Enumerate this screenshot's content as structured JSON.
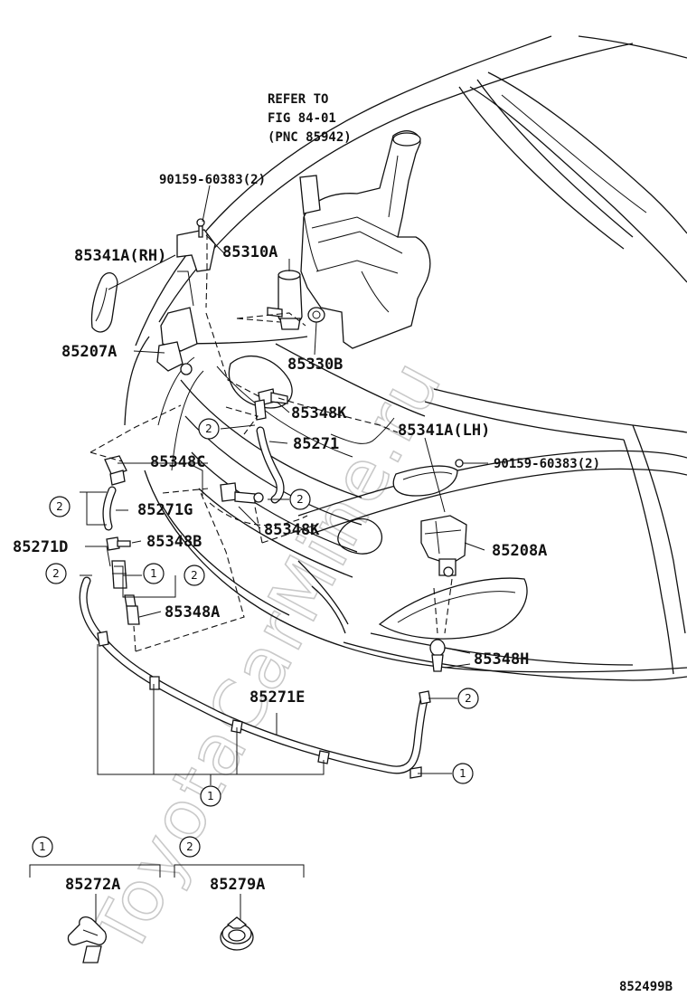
{
  "refer_note": {
    "line1": "REFER TO",
    "line2": "FIG 84-01",
    "line3": "(PNC 85942)"
  },
  "watermark": "ToyotaCarMine.ru",
  "diagram_code": "852499B",
  "parts": {
    "p1": "90159-60383(2)",
    "p2": "85341A(RH)",
    "p3": "85310A",
    "p4": "85207A",
    "p5": "85330B",
    "p6": "85348K",
    "p7": "85271",
    "p8": "85341A(LH)",
    "p9": "90159-60383(2)",
    "p10": "85348C",
    "p11": "85271G",
    "p12": "85348K",
    "p13": "85208A",
    "p14": "85271D",
    "p15": "85348B",
    "p16": "85348A",
    "p17": "85348H",
    "p18": "85271E"
  },
  "callouts": {
    "c1": "2",
    "c2": "2",
    "c3": "2",
    "c4": "2",
    "c5": "1",
    "c6": "2",
    "c7": "2",
    "c8": "1",
    "c9": "1"
  },
  "legend": {
    "item1": {
      "num": "1",
      "part": "85272A"
    },
    "item2": {
      "num": "2",
      "part": "85279A"
    }
  }
}
